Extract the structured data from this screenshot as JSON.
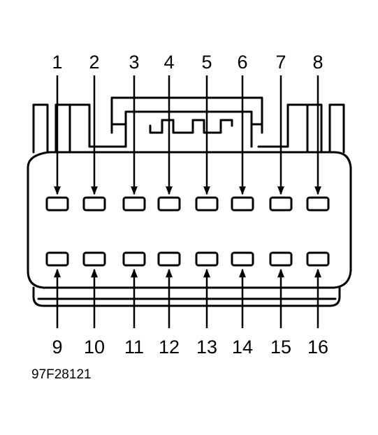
{
  "diagram": {
    "top_pins": [
      "1",
      "2",
      "3",
      "4",
      "5",
      "6",
      "7",
      "8"
    ],
    "bottom_pins": [
      "9",
      "10",
      "11",
      "12",
      "13",
      "14",
      "15",
      "16"
    ],
    "figure_code": "97F28121",
    "colors": {
      "ink": "#000000",
      "paper": "#ffffff"
    }
  }
}
